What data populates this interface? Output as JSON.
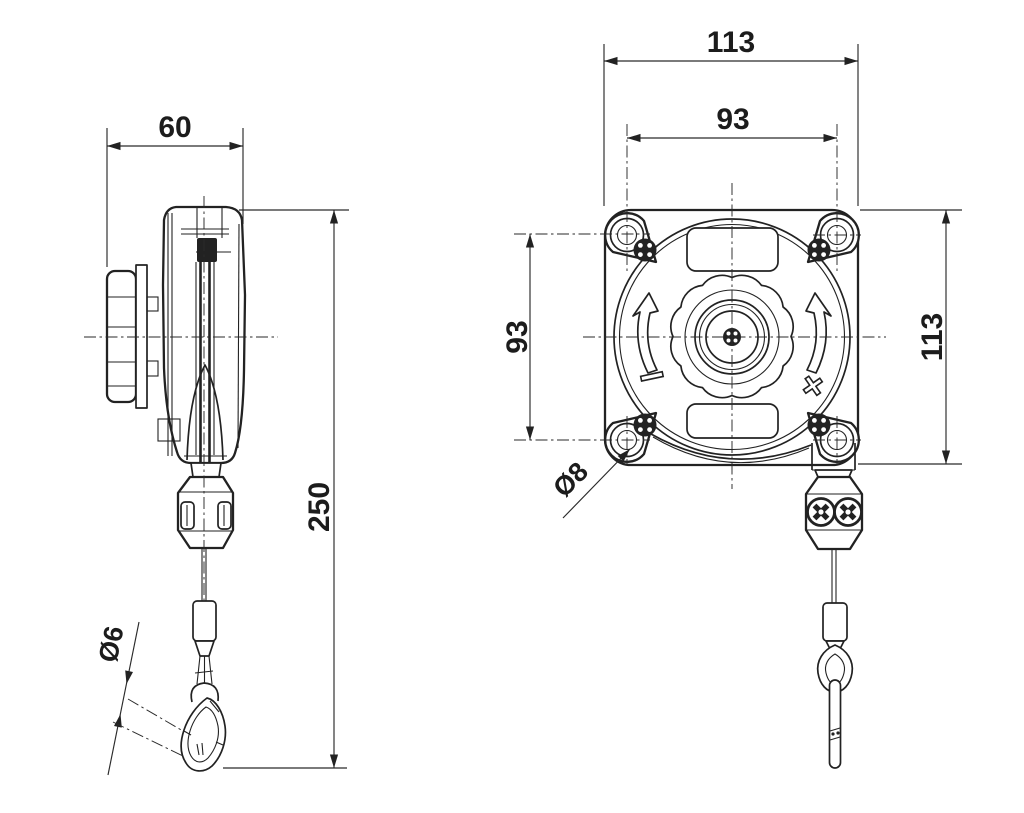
{
  "drawing": {
    "description": "tool balancer dimensioned drawing, side and front views",
    "colors": {
      "background": "#ffffff",
      "line": "#222222"
    },
    "side_view": {
      "width": "60",
      "height": "250",
      "hook_diameter": "Ø6"
    },
    "front_view": {
      "width": "113",
      "height": "113",
      "hole_pitch_horizontal": "93",
      "hole_pitch_vertical": "93",
      "hole_diameter": "Ø8",
      "decrease_symbol": "−",
      "increase_symbol": "+"
    }
  }
}
